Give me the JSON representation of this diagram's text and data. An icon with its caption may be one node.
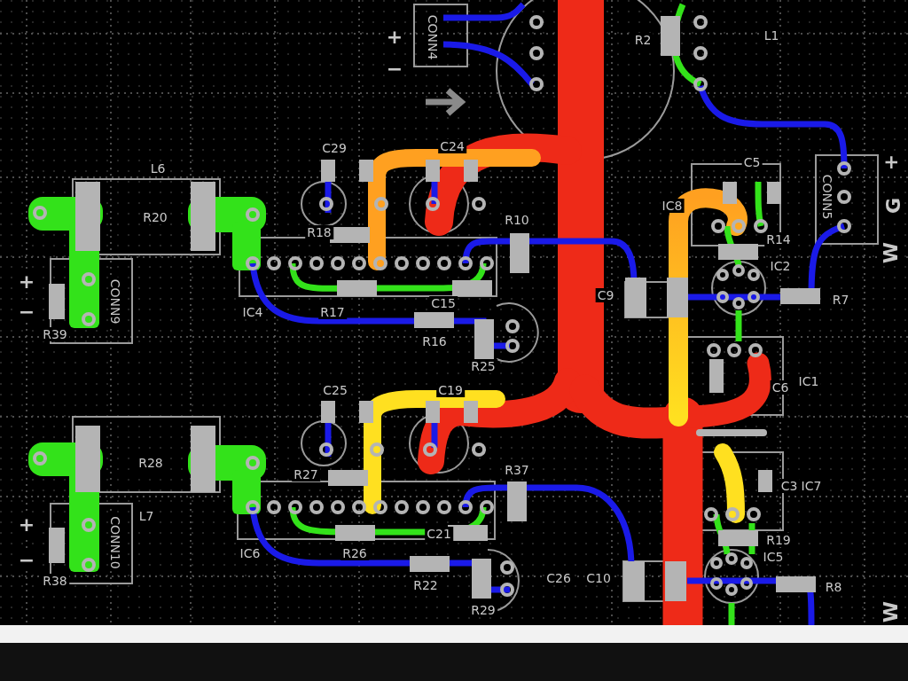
{
  "diagram": {
    "labels": [
      "+",
      "−",
      "CONN4",
      "R2",
      "L1",
      "C29",
      "C24",
      "L6",
      "C5",
      "CONN5",
      "+",
      "G",
      "W",
      "IC8",
      "R18",
      "R20",
      "R10",
      "R14",
      "IC2",
      "+",
      "CONN9",
      "C15",
      "C9",
      "R7",
      "−",
      "IC4",
      "R17",
      "R16",
      "R39",
      "R25",
      "C25",
      "C19",
      "C6",
      "IC1",
      "R27",
      "R37",
      "R28",
      "C3",
      "IC7",
      "L7",
      "+",
      "CONN10",
      "C21",
      "R19",
      "IC5",
      "−",
      "IC6",
      "R26",
      "R22",
      "C26",
      "C10",
      "R8",
      "R38",
      "R29",
      "W"
    ]
  }
}
